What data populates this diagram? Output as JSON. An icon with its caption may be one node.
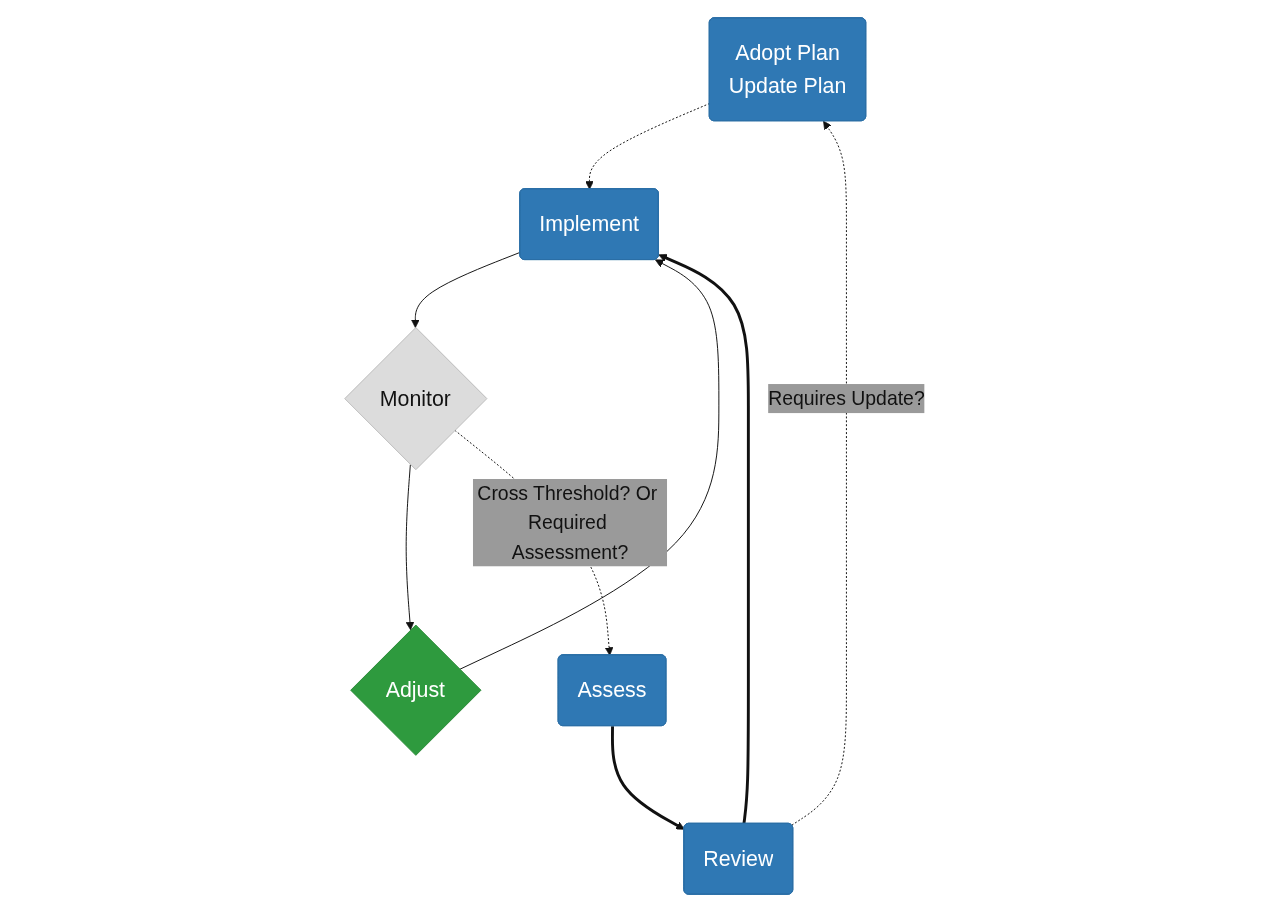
{
  "diagram": {
    "nodes": [
      {
        "text": [
          "Adopt Plan",
          "Update Plan"
        ]
      },
      {
        "text": [
          "Implement"
        ]
      },
      {
        "text": [
          "Monitor"
        ]
      },
      {
        "text": [
          "Adjust"
        ]
      },
      {
        "text": [
          "Review"
        ]
      },
      {
        "text": [
          "Assess"
        ]
      }
    ],
    "edges": [
      {
        "from": 0,
        "to": 1,
        "arrow": "to",
        "style": "dashed"
      },
      {
        "from": 4,
        "to": 0,
        "arrow": "to",
        "style": "dashed",
        "label": "Requires Update?"
      },
      {
        "from": 4,
        "to": 1,
        "arrow": "to",
        "style": "thick"
      },
      {
        "from": 1,
        "to": 2,
        "arrow": "to"
      },
      {
        "from": 2,
        "to": 3,
        "arrow": "to"
      },
      {
        "from": 3,
        "to": 1,
        "arrow": "to"
      },
      {
        "from": 2,
        "to": 5,
        "arrow": "to",
        "style": "dashed",
        "label": "Cross Threshold? Or Required Assessment?"
      },
      {
        "from": 5,
        "to": 4,
        "arrow": "to",
        "style": "thick"
      }
    ]
  }
}
